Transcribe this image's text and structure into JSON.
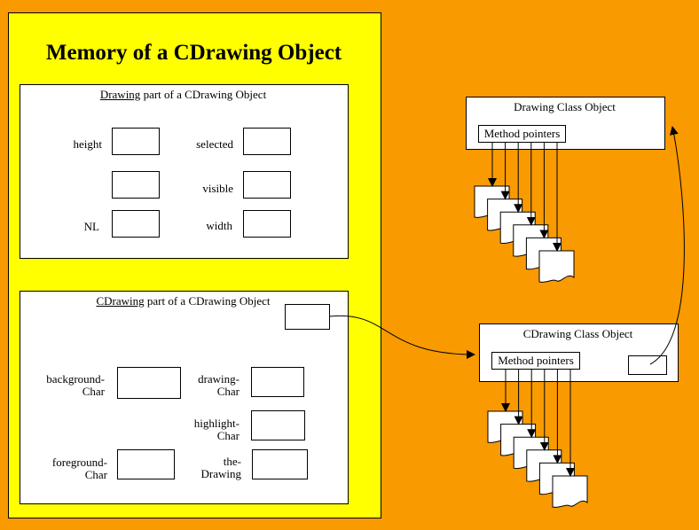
{
  "memory": {
    "title": "Memory of a CDrawing Object",
    "drawing_part": {
      "title_underlined": "Drawing",
      "title_rest": " part of a CDrawing Object",
      "labels": {
        "height": "height",
        "selected": "selected",
        "visible": "visible",
        "nl": "NL",
        "width": "width"
      }
    },
    "cdrawing_part": {
      "title_underlined": "CDrawing",
      "title_rest": " part of a CDrawing Object",
      "labels": {
        "background_1": "background-",
        "background_2": "Char",
        "drawing_1": "drawing-",
        "drawing_2": "Char",
        "highlight_1": "highlight-",
        "highlight_2": "Char",
        "foreground_1": "foreground-",
        "foreground_2": "Char",
        "the_1": "the-",
        "the_2": "Drawing"
      }
    }
  },
  "drawing_class": {
    "title": "Drawing Class Object",
    "method_pointers": "Method pointers"
  },
  "cdrawing_class": {
    "title": "CDrawing Class Object",
    "method_pointers": "Method pointers"
  },
  "colors": {
    "background": "#F89A00",
    "panel": "#FFFF00",
    "box": "#FFFFFF",
    "line": "#000000"
  }
}
